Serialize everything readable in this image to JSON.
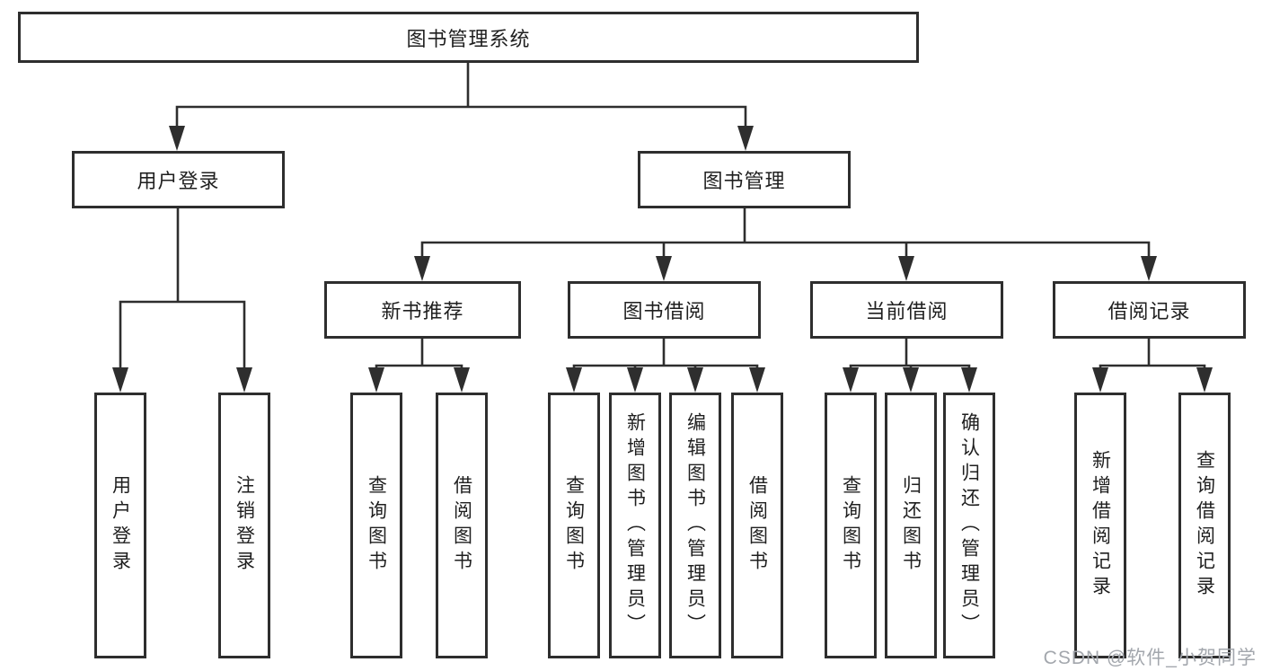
{
  "diagram": {
    "type": "hierarchy-tree",
    "title": "图书管理系统",
    "hierarchy": {
      "图书管理系统": {
        "用户登录": [
          "用户登录",
          "注销登录"
        ],
        "图书管理": {
          "新书推荐": [
            "查询图书",
            "借阅图书"
          ],
          "图书借阅": [
            "查询图书",
            "新增图书（管理员）",
            "编辑图书（管理员）",
            "借阅图书"
          ],
          "当前借阅": [
            "查询图书",
            "归还图书",
            "确认归还（管理员）"
          ],
          "借阅记录": [
            "新增借阅记录",
            "查询借阅记录"
          ]
        }
      }
    }
  },
  "nodes": {
    "root": "图书管理系统",
    "l2a": "用户登录",
    "l2b": "图书管理",
    "l3a": "新书推荐",
    "l3b": "图书借阅",
    "l3c": "当前借阅",
    "l3d": "借阅记录",
    "a1": "用户登录",
    "a2": "注销登录",
    "b1": "查询图书",
    "b2": "借阅图书",
    "c1": "查询图书",
    "c2": "新增图书（管理员）",
    "c3": "编辑图书（管理员）",
    "c4": "借阅图书",
    "d1": "查询图书",
    "d2": "归还图书",
    "d3": "确认归还（管理员）",
    "e1": "新增借阅记录",
    "e2": "查询借阅记录"
  },
  "watermark": {
    "text": "CSDN @软件_小贺同学",
    "color": "#a3a7ad"
  },
  "colors": {
    "line": "#2e2e2e",
    "border": "#2e2e2e",
    "text": "#1f1f1f",
    "background": "#ffffff"
  }
}
